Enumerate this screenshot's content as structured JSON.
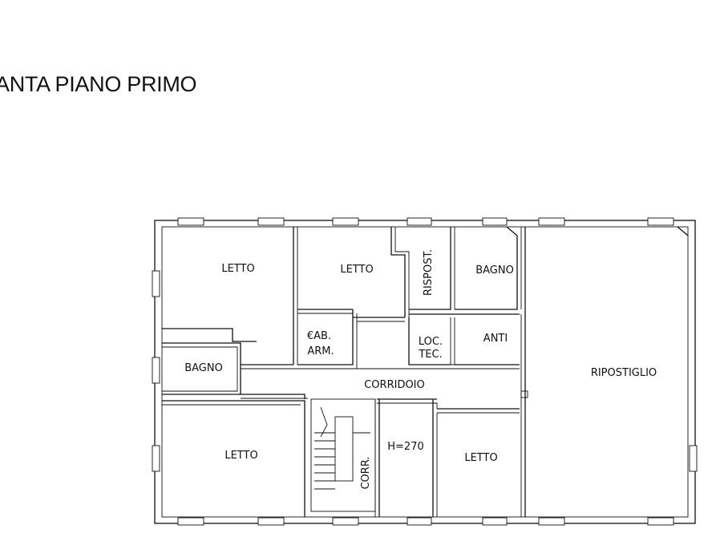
{
  "plan": {
    "title": "ANTA PIANO PRIMO",
    "rooms": {
      "letto_nw": "LETTO",
      "letto_n": "LETTO",
      "rispost": "RISPOST.",
      "bagno_ne": "BAGNO",
      "cab_arm_1": "€AB.",
      "cab_arm_2": "ARM.",
      "loc_tec_1": "LOC.",
      "loc_tec_2": "TEC.",
      "anti": "ANTI",
      "bagno_w": "BAGNO",
      "corridoio": "CORRIDOIO",
      "ripostiglio": "RIPOSTIGLIO",
      "letto_sw": "LETTO",
      "corr": "CORR.",
      "height": "H=270",
      "letto_se": "LETTO"
    }
  }
}
